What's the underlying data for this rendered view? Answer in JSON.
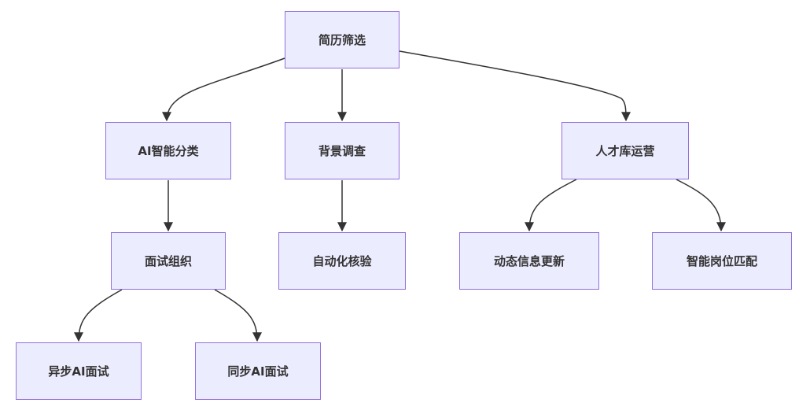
{
  "diagram": {
    "type": "tree",
    "colors": {
      "node_fill": "#ececff",
      "node_border": "#9370db",
      "edge": "#333333",
      "text": "#333333"
    },
    "nodes": {
      "resume_screening": "简历筛选",
      "ai_classification": "AI智能分类",
      "background_check": "背景调查",
      "talent_pool": "人才库运营",
      "interview_org": "面试组织",
      "auto_verify": "自动化核验",
      "dynamic_update": "动态信息更新",
      "smart_match": "智能岗位匹配",
      "async_ai": "异步AI面试",
      "sync_ai": "同步AI面试"
    },
    "edges": [
      [
        "简历筛选",
        "AI智能分类"
      ],
      [
        "简历筛选",
        "背景调查"
      ],
      [
        "简历筛选",
        "人才库运营"
      ],
      [
        "AI智能分类",
        "面试组织"
      ],
      [
        "背景调查",
        "自动化核验"
      ],
      [
        "人才库运营",
        "动态信息更新"
      ],
      [
        "人才库运营",
        "智能岗位匹配"
      ],
      [
        "面试组织",
        "异步AI面试"
      ],
      [
        "面试组织",
        "同步AI面试"
      ]
    ]
  }
}
